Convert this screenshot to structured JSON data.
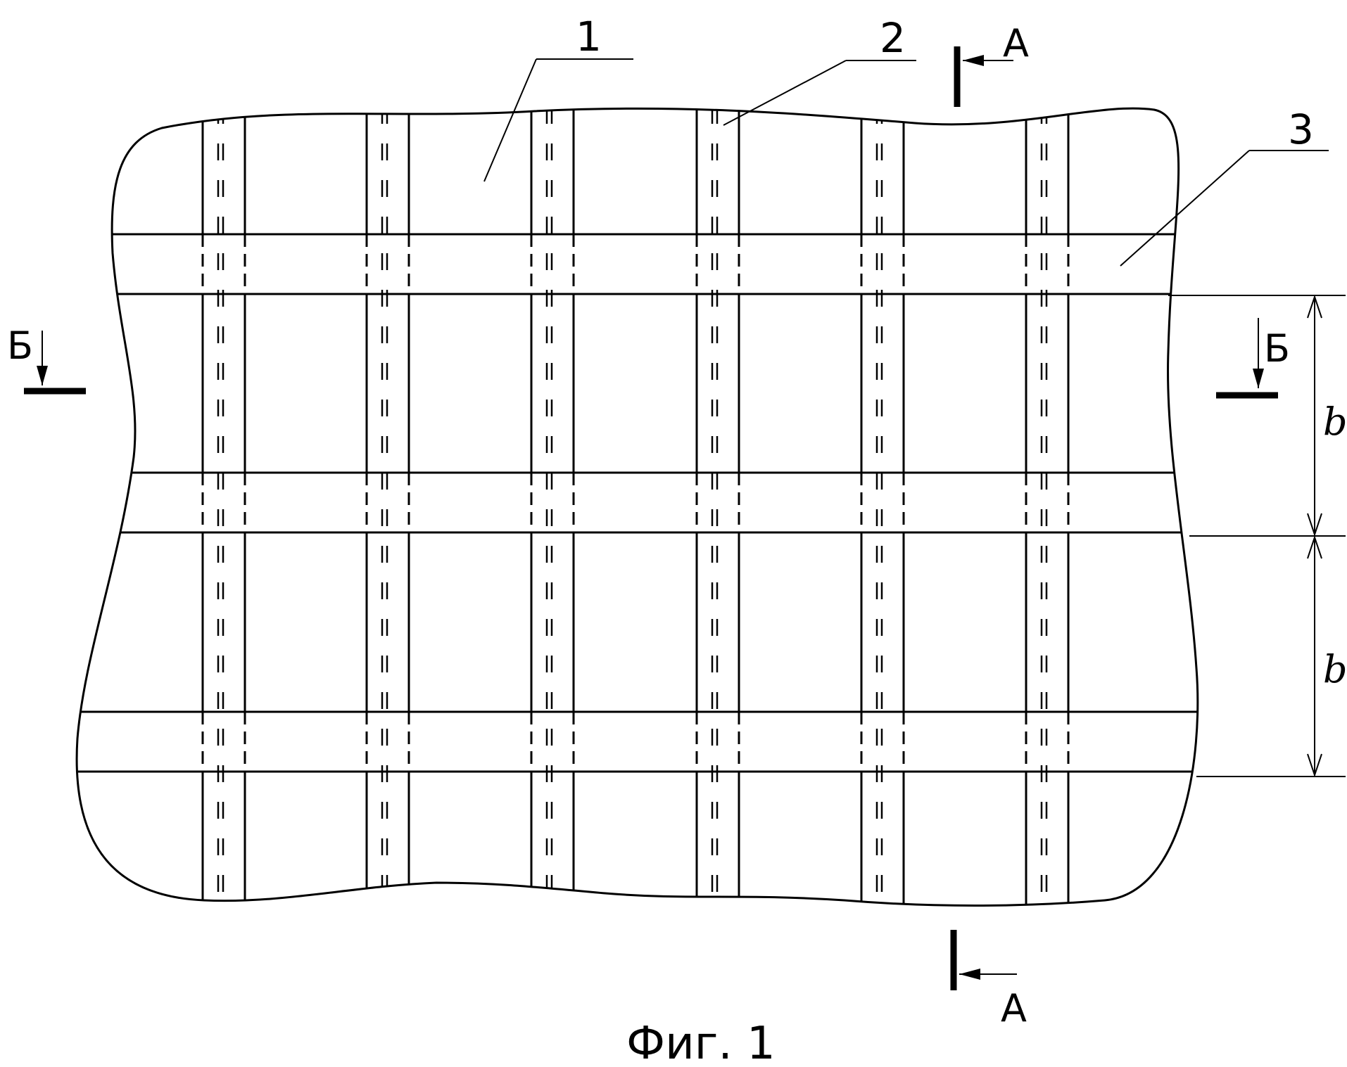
{
  "figure": {
    "caption": "Фиг. 1",
    "callouts": [
      {
        "id": "callout-1",
        "label": "1"
      },
      {
        "id": "callout-2",
        "label": "2"
      },
      {
        "id": "callout-3",
        "label": "3"
      }
    ],
    "section_marks": {
      "a_top": "А",
      "a_bottom": "А",
      "b_left": "Б",
      "b_right": "Б"
    },
    "dimensions": [
      {
        "id": "dim-upper",
        "label": "b"
      },
      {
        "id": "dim-lower",
        "label": "b"
      }
    ]
  }
}
